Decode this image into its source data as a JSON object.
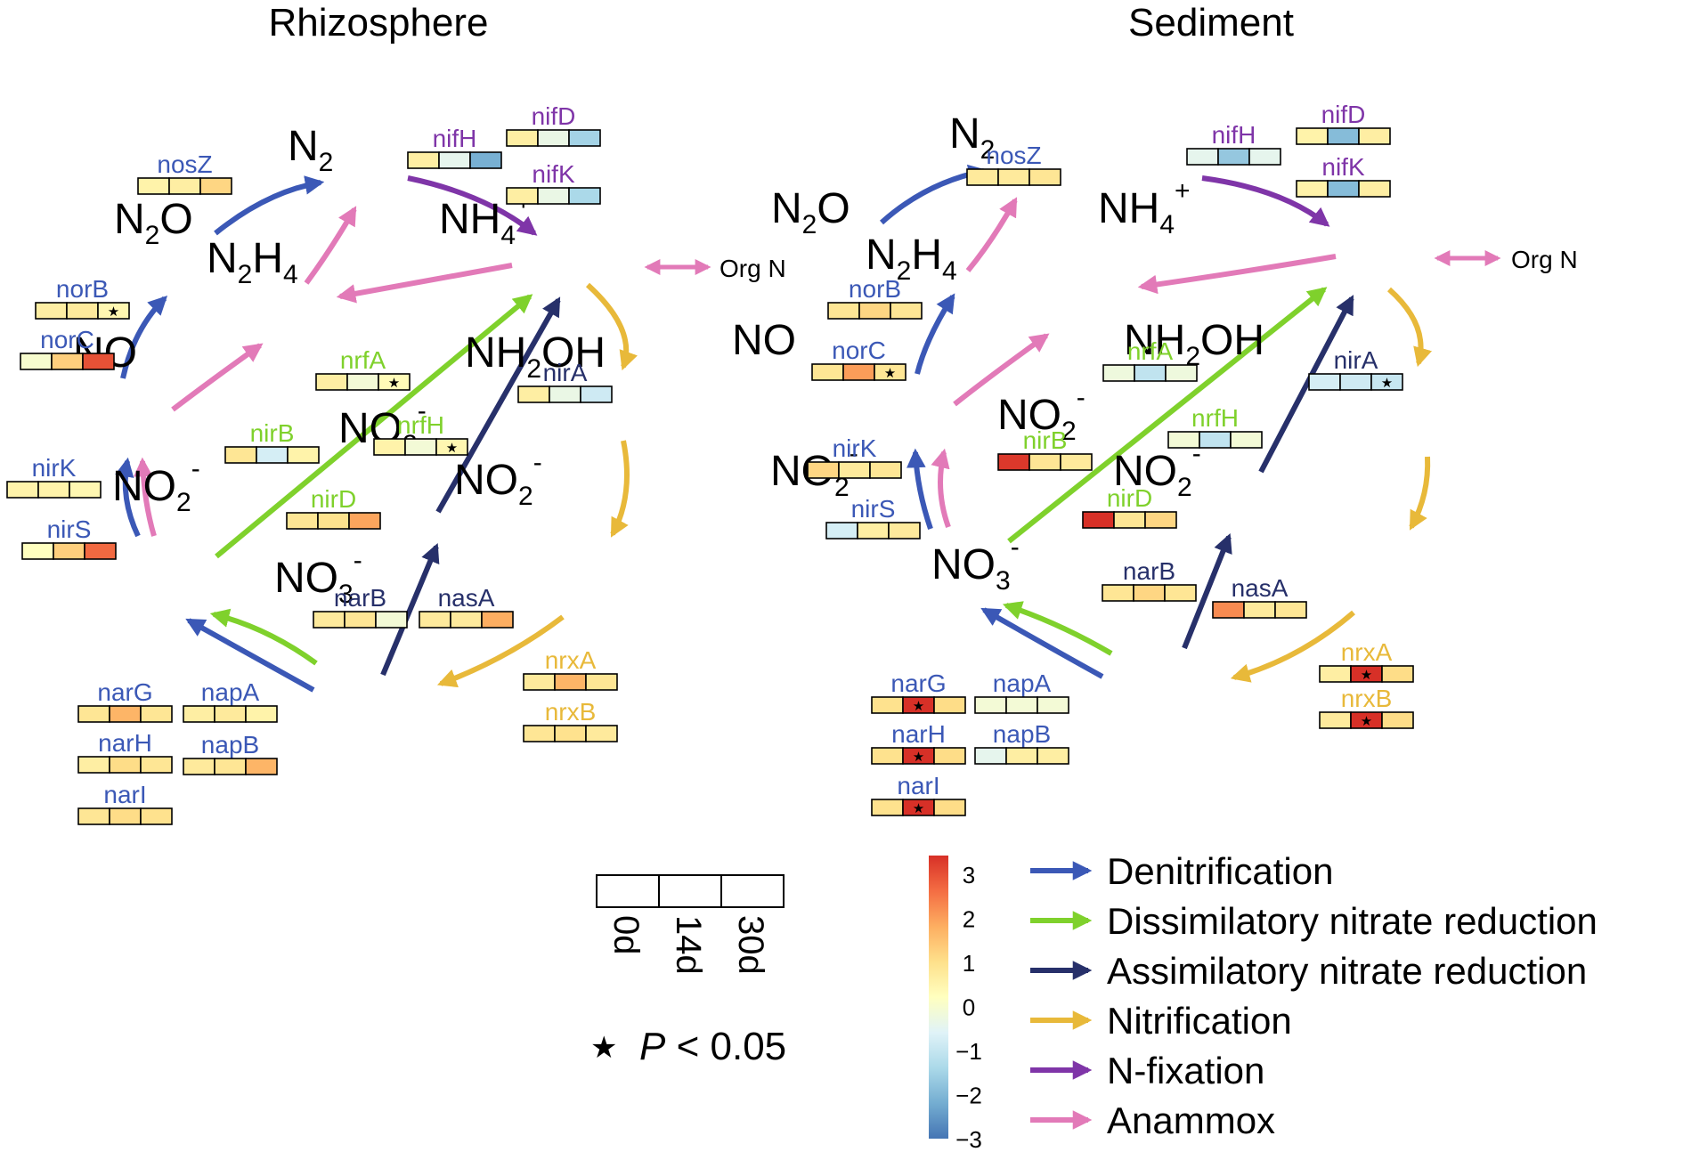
{
  "colors": {
    "denitrification": "#3b58b6",
    "dissimilatory": "#7fd12c",
    "assimilatory": "#27306a",
    "nitrification": "#e8b93a",
    "nfixation": "#7f35a8",
    "anammox": "#e27ab8",
    "orgn": "#e27ab8",
    "cell_border": "#000000",
    "text": "#000000"
  },
  "legend": {
    "time_labels": [
      "0d",
      "14d",
      "30d"
    ],
    "pvalue_star": "★",
    "pvalue_italic": "P",
    "pvalue_rest": " < 0.05",
    "colorbar_ticks": [
      "3",
      "2",
      "1",
      "0",
      "−1",
      "−2",
      "−3"
    ],
    "colorbar_stops": [
      "#d73027",
      "#f46d43",
      "#fdae61",
      "#fee08b",
      "#ffffbf",
      "#e0f3f8",
      "#abd9e9",
      "#74add1",
      "#4575b4"
    ],
    "pathways": [
      {
        "key": "denitrification",
        "label": "Denitrification"
      },
      {
        "key": "dissimilatory",
        "label": "Dissimilatory nitrate reduction"
      },
      {
        "key": "assimilatory",
        "label": "Assimilatory nitrate reduction"
      },
      {
        "key": "nitrification",
        "label": "Nitrification"
      },
      {
        "key": "nfixation",
        "label": "N-fixation"
      },
      {
        "key": "anammox",
        "label": "Anammox"
      }
    ]
  },
  "panels": [
    {
      "title": "Rhizosphere",
      "compounds": [
        {
          "key": "n2",
          "base": "N",
          "sub": "2",
          "sup": ""
        },
        {
          "key": "n2o",
          "base": "N",
          "sub": "2",
          "rest": "O"
        },
        {
          "key": "nh4",
          "base": "NH",
          "sub": "4",
          "sup": "+"
        },
        {
          "key": "n2h4",
          "base": "N",
          "sub": "2",
          "mid": "H",
          "sub2": "4"
        },
        {
          "key": "no",
          "base": "NO"
        },
        {
          "key": "nh2oh",
          "base": "NH",
          "sub": "2",
          "rest": "OH"
        },
        {
          "key": "no2_left",
          "base": "NO",
          "sub": "2",
          "sup": "-"
        },
        {
          "key": "no2_mid",
          "base": "NO",
          "sub": "2",
          "sup": "-"
        },
        {
          "key": "no2_right",
          "base": "NO",
          "sub": "2",
          "sup": "-"
        },
        {
          "key": "no3",
          "base": "NO",
          "sub": "3",
          "sup": "-"
        }
      ],
      "org_n": "Org N",
      "genes": [
        {
          "name": "nosZ",
          "pathway": "denitrification",
          "values": [
            0.3,
            0.4,
            0.9
          ],
          "sig": [
            false,
            false,
            false
          ]
        },
        {
          "name": "norB",
          "pathway": "denitrification",
          "values": [
            0.4,
            0.5,
            0.2
          ],
          "sig": [
            false,
            false,
            true
          ]
        },
        {
          "name": "norC",
          "pathway": "denitrification",
          "values": [
            -0.2,
            1.0,
            2.6
          ],
          "sig": [
            false,
            false,
            false
          ]
        },
        {
          "name": "nirK",
          "pathway": "denitrification",
          "values": [
            0.3,
            0.3,
            0.2
          ],
          "sig": [
            false,
            false,
            false
          ]
        },
        {
          "name": "nirS",
          "pathway": "denitrification",
          "values": [
            0.0,
            1.0,
            2.3
          ],
          "sig": [
            false,
            false,
            false
          ]
        },
        {
          "name": "nifH",
          "pathway": "nfixation",
          "values": [
            0.4,
            -0.6,
            -2.2
          ],
          "sig": [
            false,
            false,
            false
          ]
        },
        {
          "name": "nifD",
          "pathway": "nfixation",
          "values": [
            0.4,
            -0.5,
            -1.6
          ],
          "sig": [
            false,
            false,
            false
          ]
        },
        {
          "name": "nifK",
          "pathway": "nfixation",
          "values": [
            0.4,
            -0.5,
            -1.5
          ],
          "sig": [
            false,
            false,
            false
          ]
        },
        {
          "name": "nrfA",
          "pathway": "dissimilatory",
          "values": [
            0.4,
            -0.3,
            0.1
          ],
          "sig": [
            false,
            false,
            true
          ]
        },
        {
          "name": "nrfH",
          "pathway": "dissimilatory",
          "values": [
            0.3,
            -0.3,
            0.2
          ],
          "sig": [
            false,
            false,
            true
          ]
        },
        {
          "name": "nirB",
          "pathway": "dissimilatory",
          "values": [
            0.6,
            -0.9,
            0.3
          ],
          "sig": [
            false,
            false,
            false
          ]
        },
        {
          "name": "nirD",
          "pathway": "dissimilatory",
          "values": [
            0.6,
            0.7,
            1.6
          ],
          "sig": [
            false,
            false,
            false
          ]
        },
        {
          "name": "nirA",
          "pathway": "assimilatory",
          "values": [
            0.4,
            -0.5,
            -1.0
          ],
          "sig": [
            false,
            false,
            false
          ]
        },
        {
          "name": "narB",
          "pathway": "assimilatory",
          "values": [
            0.5,
            0.6,
            -0.3
          ],
          "sig": [
            false,
            false,
            false
          ]
        },
        {
          "name": "nasA",
          "pathway": "assimilatory",
          "values": [
            0.5,
            0.5,
            1.5
          ],
          "sig": [
            false,
            false,
            false
          ]
        },
        {
          "name": "nrxA",
          "pathway": "nitrification",
          "values": [
            0.5,
            1.4,
            0.6
          ],
          "sig": [
            false,
            false,
            false
          ]
        },
        {
          "name": "nrxB",
          "pathway": "nitrification",
          "values": [
            0.6,
            0.7,
            0.5
          ],
          "sig": [
            false,
            false,
            false
          ]
        },
        {
          "name": "narG",
          "pathway": "denitrification",
          "values": [
            0.6,
            1.4,
            0.6
          ],
          "sig": [
            false,
            false,
            false
          ]
        },
        {
          "name": "narH",
          "pathway": "denitrification",
          "values": [
            0.4,
            0.8,
            0.6
          ],
          "sig": [
            false,
            false,
            false
          ]
        },
        {
          "name": "narI",
          "pathway": "denitrification",
          "values": [
            0.6,
            0.8,
            0.7
          ],
          "sig": [
            false,
            false,
            false
          ]
        },
        {
          "name": "napA",
          "pathway": "denitrification",
          "values": [
            0.4,
            0.5,
            0.3
          ],
          "sig": [
            false,
            false,
            false
          ]
        },
        {
          "name": "napB",
          "pathway": "denitrification",
          "values": [
            0.5,
            0.6,
            1.4
          ],
          "sig": [
            false,
            false,
            false
          ]
        }
      ]
    },
    {
      "title": "Sediment",
      "compounds": [
        {
          "key": "n2",
          "base": "N",
          "sub": "2",
          "sup": ""
        },
        {
          "key": "n2o",
          "base": "N",
          "sub": "2",
          "rest": "O"
        },
        {
          "key": "nh4",
          "base": "NH",
          "sub": "4",
          "sup": "+"
        },
        {
          "key": "n2h4",
          "base": "N",
          "sub": "2",
          "mid": "H",
          "sub2": "4"
        },
        {
          "key": "no",
          "base": "NO"
        },
        {
          "key": "nh2oh",
          "base": "NH",
          "sub": "2",
          "rest": "OH"
        },
        {
          "key": "no2_left",
          "base": "NO",
          "sub": "2",
          "sup": "-"
        },
        {
          "key": "no2_mid",
          "base": "NO",
          "sub": "2",
          "sup": "-"
        },
        {
          "key": "no2_right",
          "base": "NO",
          "sub": "2",
          "sup": "-"
        },
        {
          "key": "no3",
          "base": "NO",
          "sub": "3",
          "sup": "-"
        }
      ],
      "org_n": "Org N",
      "genes": [
        {
          "name": "nosZ",
          "pathway": "denitrification",
          "values": [
            0.5,
            0.5,
            0.6
          ],
          "sig": [
            false,
            false,
            false
          ]
        },
        {
          "name": "norB",
          "pathway": "denitrification",
          "values": [
            0.6,
            0.9,
            0.6
          ],
          "sig": [
            false,
            false,
            false
          ]
        },
        {
          "name": "norC",
          "pathway": "denitrification",
          "values": [
            0.6,
            1.7,
            0.6
          ],
          "sig": [
            false,
            false,
            true
          ]
        },
        {
          "name": "nirK",
          "pathway": "denitrification",
          "values": [
            0.9,
            0.5,
            0.6
          ],
          "sig": [
            false,
            false,
            false
          ]
        },
        {
          "name": "nirS",
          "pathway": "denitrification",
          "values": [
            -0.9,
            0.4,
            0.5
          ],
          "sig": [
            false,
            false,
            false
          ]
        },
        {
          "name": "nifH",
          "pathway": "nfixation",
          "values": [
            -0.6,
            -1.8,
            -0.6
          ],
          "sig": [
            false,
            false,
            false
          ]
        },
        {
          "name": "nifD",
          "pathway": "nfixation",
          "values": [
            0.3,
            -2.0,
            0.4
          ],
          "sig": [
            false,
            false,
            false
          ]
        },
        {
          "name": "nifK",
          "pathway": "nfixation",
          "values": [
            0.3,
            -2.0,
            0.4
          ],
          "sig": [
            false,
            false,
            false
          ]
        },
        {
          "name": "nrfA",
          "pathway": "dissimilatory",
          "values": [
            -0.4,
            -1.2,
            -0.4
          ],
          "sig": [
            false,
            false,
            false
          ]
        },
        {
          "name": "nrfH",
          "pathway": "dissimilatory",
          "values": [
            -0.3,
            -1.2,
            -0.3
          ],
          "sig": [
            false,
            false,
            false
          ]
        },
        {
          "name": "nirB",
          "pathway": "dissimilatory",
          "values": [
            2.9,
            0.6,
            0.5
          ],
          "sig": [
            false,
            false,
            false
          ]
        },
        {
          "name": "nirD",
          "pathway": "dissimilatory",
          "values": [
            3.0,
            0.6,
            0.9
          ],
          "sig": [
            false,
            false,
            false
          ]
        },
        {
          "name": "nirA",
          "pathway": "assimilatory",
          "values": [
            -0.9,
            -1.0,
            -1.1
          ],
          "sig": [
            false,
            false,
            true
          ]
        },
        {
          "name": "narB",
          "pathway": "assimilatory",
          "values": [
            0.6,
            0.9,
            0.6
          ],
          "sig": [
            false,
            false,
            false
          ]
        },
        {
          "name": "nasA",
          "pathway": "assimilatory",
          "values": [
            1.9,
            0.5,
            0.6
          ],
          "sig": [
            false,
            false,
            false
          ]
        },
        {
          "name": "nrxA",
          "pathway": "nitrification",
          "values": [
            0.4,
            3.0,
            0.8
          ],
          "sig": [
            false,
            true,
            false
          ]
        },
        {
          "name": "nrxB",
          "pathway": "nitrification",
          "values": [
            0.5,
            3.0,
            0.8
          ],
          "sig": [
            false,
            true,
            false
          ]
        },
        {
          "name": "narG",
          "pathway": "denitrification",
          "values": [
            0.7,
            3.0,
            0.8
          ],
          "sig": [
            false,
            true,
            false
          ]
        },
        {
          "name": "narH",
          "pathway": "denitrification",
          "values": [
            0.7,
            3.0,
            0.8
          ],
          "sig": [
            false,
            true,
            false
          ]
        },
        {
          "name": "narI",
          "pathway": "denitrification",
          "values": [
            0.7,
            3.0,
            0.8
          ],
          "sig": [
            false,
            true,
            false
          ]
        },
        {
          "name": "napA",
          "pathway": "denitrification",
          "values": [
            -0.3,
            -0.3,
            -0.3
          ],
          "sig": [
            false,
            false,
            false
          ]
        },
        {
          "name": "napB",
          "pathway": "denitrification",
          "values": [
            -0.6,
            0.4,
            0.4
          ],
          "sig": [
            false,
            false,
            false
          ]
        }
      ]
    }
  ]
}
